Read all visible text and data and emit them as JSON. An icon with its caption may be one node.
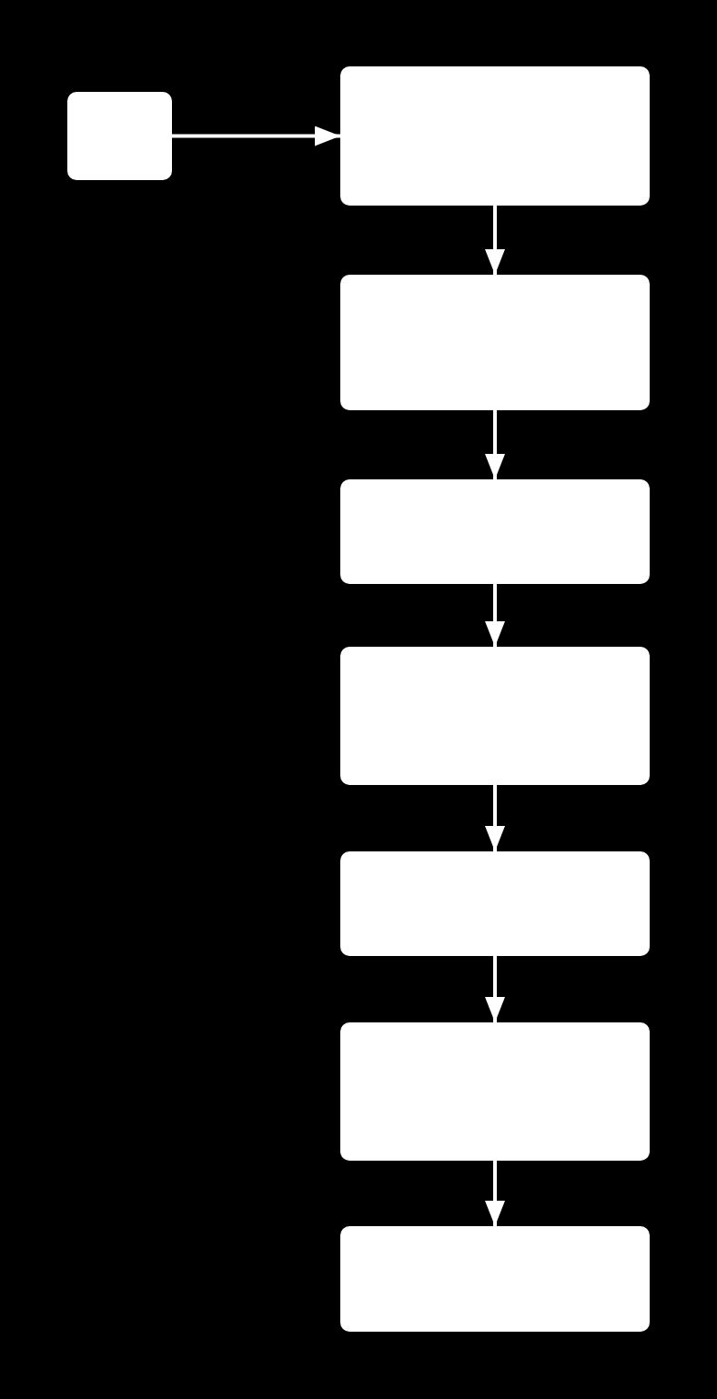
{
  "diagram": {
    "nodes": [
      {
        "text": [],
        "shape": "box"
      },
      {
        "text": [],
        "shape": "box"
      },
      {
        "text": [],
        "shape": "box"
      },
      {
        "text": [],
        "shape": "box"
      },
      {
        "text": [],
        "shape": "box"
      },
      {
        "text": [],
        "shape": "box"
      },
      {
        "text": [],
        "shape": "box"
      },
      {
        "text": [],
        "shape": "box"
      }
    ],
    "edges": [
      {
        "from": 0,
        "to": 1,
        "arrow": "to"
      },
      {
        "from": 1,
        "to": 2,
        "arrow": "to"
      },
      {
        "from": 2,
        "to": 3,
        "arrow": "to"
      },
      {
        "from": 3,
        "to": 4,
        "arrow": "to"
      },
      {
        "from": 4,
        "to": 5,
        "arrow": "to"
      },
      {
        "from": 5,
        "to": 6,
        "arrow": "to"
      },
      {
        "from": 6,
        "to": 7,
        "arrow": "to"
      }
    ]
  }
}
